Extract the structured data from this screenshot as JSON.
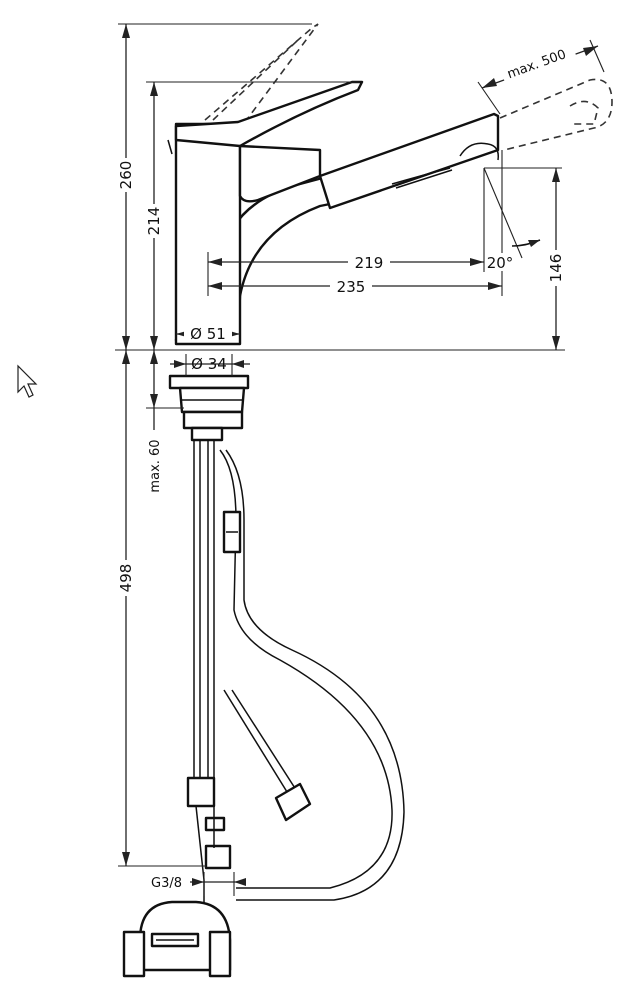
{
  "dimensions": {
    "overall_height": "260",
    "lever_height": "214",
    "spout_height": "146",
    "spout_reach_inner": "219",
    "spout_reach_outer": "235",
    "spray_angle": "20°",
    "pullout_length": "max. 500",
    "base_diameter": "Ø 51",
    "shank_diameter": "Ø 34",
    "max_deck_thickness": "max. 60",
    "underdeck_length": "498",
    "connection_thread": "G3/8"
  }
}
